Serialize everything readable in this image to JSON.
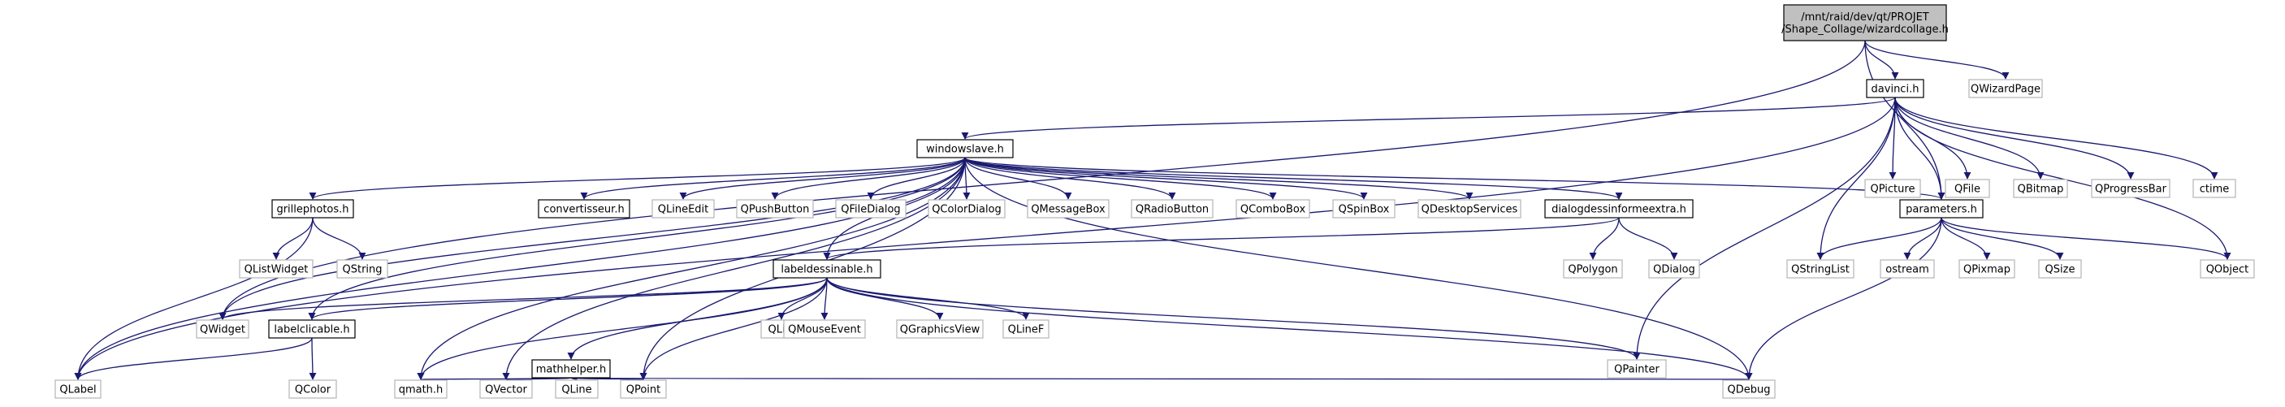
{
  "colors": {
    "edge": "#191970",
    "dim_border": "#b3b3b3",
    "strong_border": "#000000",
    "root_fill": "#c0c0c0",
    "background": "#ffffff"
  },
  "nodes": [
    {
      "id": "root",
      "lines": [
        "/mnt/raid/dev/qt/PROJET",
        "/Shape_Collage/wizardcollage.h"
      ],
      "kind": "root"
    },
    {
      "id": "davinci",
      "lines": [
        "davinci.h"
      ],
      "kind": "strong"
    },
    {
      "id": "qwizardpage",
      "lines": [
        "QWizardPage"
      ],
      "kind": "dim"
    },
    {
      "id": "windowslave",
      "lines": [
        "windowslave.h"
      ],
      "kind": "strong"
    },
    {
      "id": "qpicture",
      "lines": [
        "QPicture"
      ],
      "kind": "dim"
    },
    {
      "id": "qfile",
      "lines": [
        "QFile"
      ],
      "kind": "dim"
    },
    {
      "id": "qbitmap",
      "lines": [
        "QBitmap"
      ],
      "kind": "dim"
    },
    {
      "id": "qprogressbar",
      "lines": [
        "QProgressBar"
      ],
      "kind": "dim"
    },
    {
      "id": "ctime",
      "lines": [
        "ctime"
      ],
      "kind": "dim"
    },
    {
      "id": "grillephotos",
      "lines": [
        "grillephotos.h"
      ],
      "kind": "strong"
    },
    {
      "id": "convertisseur",
      "lines": [
        "convertisseur.h"
      ],
      "kind": "strong"
    },
    {
      "id": "qlineedit",
      "lines": [
        "QLineEdit"
      ],
      "kind": "dim"
    },
    {
      "id": "qpushbutton",
      "lines": [
        "QPushButton"
      ],
      "kind": "dim"
    },
    {
      "id": "qfiledialog",
      "lines": [
        "QFileDialog"
      ],
      "kind": "dim"
    },
    {
      "id": "qcolordialog",
      "lines": [
        "QColorDialog"
      ],
      "kind": "dim"
    },
    {
      "id": "qmessagebox",
      "lines": [
        "QMessageBox"
      ],
      "kind": "dim"
    },
    {
      "id": "qradiobutton",
      "lines": [
        "QRadioButton"
      ],
      "kind": "dim"
    },
    {
      "id": "qcombobox",
      "lines": [
        "QComboBox"
      ],
      "kind": "dim"
    },
    {
      "id": "qspinbox",
      "lines": [
        "QSpinBox"
      ],
      "kind": "dim"
    },
    {
      "id": "qdesktopservices",
      "lines": [
        "QDesktopServices"
      ],
      "kind": "dim"
    },
    {
      "id": "dialogdessin",
      "lines": [
        "dialogdessinformeextra.h"
      ],
      "kind": "strong"
    },
    {
      "id": "parameters",
      "lines": [
        "parameters.h"
      ],
      "kind": "strong"
    },
    {
      "id": "qlistwidget",
      "lines": [
        "QListWidget"
      ],
      "kind": "dim"
    },
    {
      "id": "qstring",
      "lines": [
        "QString"
      ],
      "kind": "dim"
    },
    {
      "id": "labeldessinable",
      "lines": [
        "labeldessinable.h"
      ],
      "kind": "strong"
    },
    {
      "id": "qpolygon",
      "lines": [
        "QPolygon"
      ],
      "kind": "dim"
    },
    {
      "id": "qdialog",
      "lines": [
        "QDialog"
      ],
      "kind": "dim"
    },
    {
      "id": "qstringlist",
      "lines": [
        "QStringList"
      ],
      "kind": "dim"
    },
    {
      "id": "ostream",
      "lines": [
        "ostream"
      ],
      "kind": "dim"
    },
    {
      "id": "qpixmap",
      "lines": [
        "QPixmap"
      ],
      "kind": "dim"
    },
    {
      "id": "qsize",
      "lines": [
        "QSize"
      ],
      "kind": "dim"
    },
    {
      "id": "qobject",
      "lines": [
        "QObject"
      ],
      "kind": "dim"
    },
    {
      "id": "qwidget",
      "lines": [
        "QWidget"
      ],
      "kind": "dim"
    },
    {
      "id": "labelclicable",
      "lines": [
        "labelclicable.h"
      ],
      "kind": "strong"
    },
    {
      "id": "qlist",
      "lines": [
        "QList"
      ],
      "kind": "dim"
    },
    {
      "id": "qmouseevent",
      "lines": [
        "QMouseEvent"
      ],
      "kind": "dim"
    },
    {
      "id": "qgraphicsview",
      "lines": [
        "QGraphicsView"
      ],
      "kind": "dim"
    },
    {
      "id": "qlinef",
      "lines": [
        "QLineF"
      ],
      "kind": "dim"
    },
    {
      "id": "qpainter",
      "lines": [
        "QPainter"
      ],
      "kind": "dim"
    },
    {
      "id": "mathhelper",
      "lines": [
        "mathhelper.h"
      ],
      "kind": "strong"
    },
    {
      "id": "qlabel",
      "lines": [
        "QLabel"
      ],
      "kind": "dim"
    },
    {
      "id": "qcolor",
      "lines": [
        "QColor"
      ],
      "kind": "dim"
    },
    {
      "id": "qmath",
      "lines": [
        "qmath.h"
      ],
      "kind": "dim"
    },
    {
      "id": "qvector",
      "lines": [
        "QVector"
      ],
      "kind": "dim"
    },
    {
      "id": "qline",
      "lines": [
        "QLine"
      ],
      "kind": "dim"
    },
    {
      "id": "qpoint",
      "lines": [
        "QPoint"
      ],
      "kind": "dim"
    },
    {
      "id": "qdebug",
      "lines": [
        "QDebug"
      ],
      "kind": "dim"
    }
  ],
  "edges": [
    [
      "root",
      "davinci"
    ],
    [
      "root",
      "qwizardpage"
    ],
    [
      "root",
      "parameters"
    ],
    [
      "root",
      "qwidget"
    ],
    [
      "davinci",
      "windowslave"
    ],
    [
      "davinci",
      "qpicture"
    ],
    [
      "davinci",
      "qfile"
    ],
    [
      "davinci",
      "qbitmap"
    ],
    [
      "davinci",
      "qprogressbar"
    ],
    [
      "davinci",
      "ctime"
    ],
    [
      "davinci",
      "parameters"
    ],
    [
      "davinci",
      "qobject"
    ],
    [
      "davinci",
      "qstringlist"
    ],
    [
      "davinci",
      "qpainter"
    ],
    [
      "davinci",
      "qlabel"
    ],
    [
      "windowslave",
      "grillephotos"
    ],
    [
      "windowslave",
      "convertisseur"
    ],
    [
      "windowslave",
      "qlineedit"
    ],
    [
      "windowslave",
      "qpushbutton"
    ],
    [
      "windowslave",
      "qfiledialog"
    ],
    [
      "windowslave",
      "qcolordialog"
    ],
    [
      "windowslave",
      "qmessagebox"
    ],
    [
      "windowslave",
      "qradiobutton"
    ],
    [
      "windowslave",
      "qcombobox"
    ],
    [
      "windowslave",
      "qspinbox"
    ],
    [
      "windowslave",
      "qdesktopservices"
    ],
    [
      "windowslave",
      "dialogdessin"
    ],
    [
      "windowslave",
      "parameters"
    ],
    [
      "windowslave",
      "labeldessinable"
    ],
    [
      "windowslave",
      "qdebug"
    ],
    [
      "windowslave",
      "qwidget"
    ],
    [
      "windowslave",
      "labelclicable"
    ],
    [
      "windowslave",
      "qlabel"
    ],
    [
      "windowslave",
      "qmath"
    ],
    [
      "windowslave",
      "qvector"
    ],
    [
      "windowslave",
      "qpoint"
    ],
    [
      "grillephotos",
      "qlistwidget"
    ],
    [
      "grillephotos",
      "qstring"
    ],
    [
      "grillephotos",
      "qlabel"
    ],
    [
      "dialogdessin",
      "labeldessinable"
    ],
    [
      "dialogdessin",
      "qpolygon"
    ],
    [
      "dialogdessin",
      "qdialog"
    ],
    [
      "parameters",
      "qstringlist"
    ],
    [
      "parameters",
      "ostream"
    ],
    [
      "parameters",
      "qpixmap"
    ],
    [
      "parameters",
      "qsize"
    ],
    [
      "parameters",
      "qobject"
    ],
    [
      "parameters",
      "qdebug"
    ],
    [
      "labeldessinable",
      "qwidget"
    ],
    [
      "labeldessinable",
      "labelclicable"
    ],
    [
      "labeldessinable",
      "mathhelper"
    ],
    [
      "labeldessinable",
      "qlist"
    ],
    [
      "labeldessinable",
      "qmouseevent"
    ],
    [
      "labeldessinable",
      "qgraphicsview"
    ],
    [
      "labeldessinable",
      "qlinef"
    ],
    [
      "labeldessinable",
      "qpainter"
    ],
    [
      "labeldessinable",
      "qdebug"
    ],
    [
      "labeldessinable",
      "qmath"
    ],
    [
      "labeldessinable",
      "qpoint"
    ],
    [
      "labelclicable",
      "qlabel"
    ],
    [
      "labelclicable",
      "qcolor"
    ],
    [
      "mathhelper",
      "qmath"
    ],
    [
      "mathhelper",
      "qvector"
    ],
    [
      "mathhelper",
      "qline"
    ],
    [
      "mathhelper",
      "qpoint"
    ],
    [
      "mathhelper",
      "qdebug"
    ]
  ]
}
